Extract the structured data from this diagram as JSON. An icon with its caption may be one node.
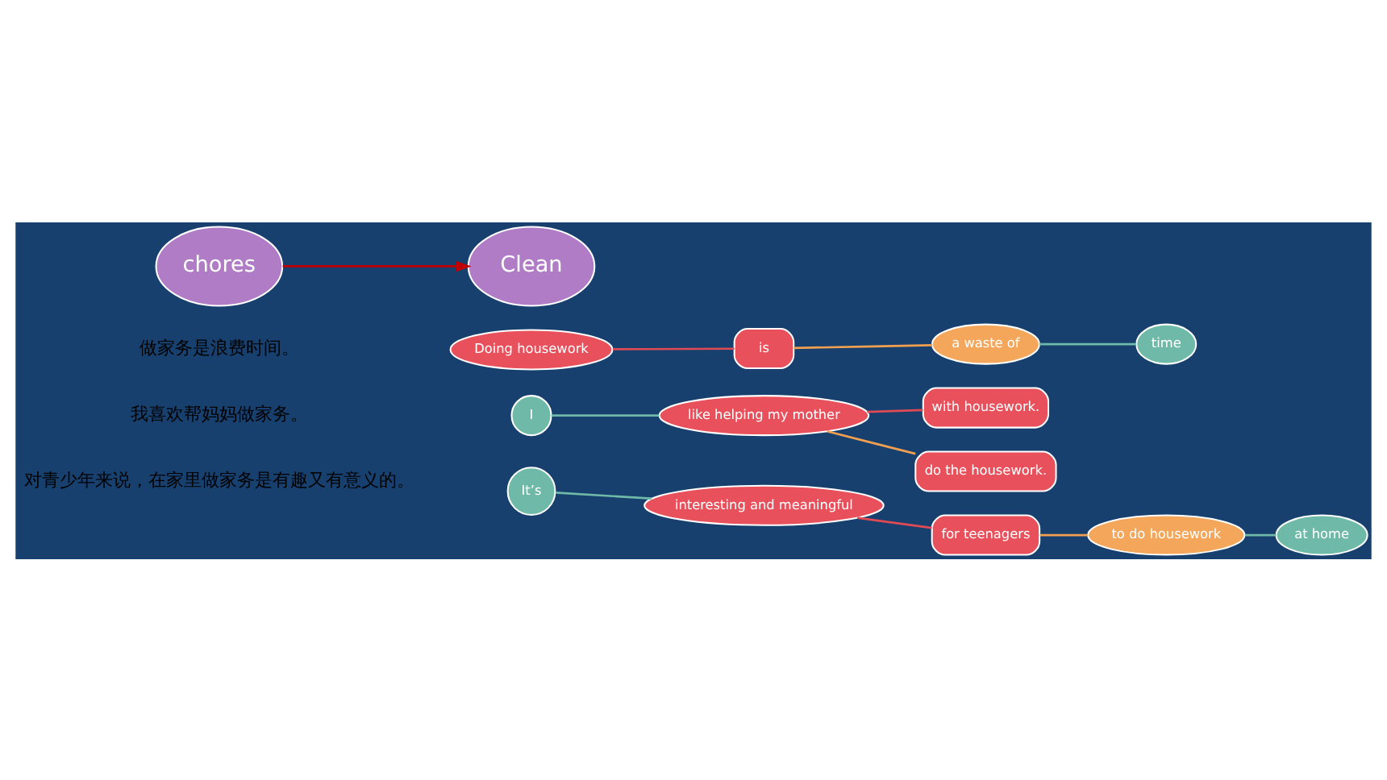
{
  "diagram": {
    "nodes": [
      {
        "text": [
          "Doing housework"
        ]
      },
      {
        "text": [
          "is"
        ]
      },
      {
        "text": [
          "a waste of"
        ]
      },
      {
        "text": [
          "time"
        ]
      },
      {
        "text": [
          "chores"
        ]
      },
      {
        "text": [
          "Clean"
        ]
      },
      {
        "text": [
          "I"
        ]
      },
      {
        "text": [
          "like helping my mother"
        ]
      },
      {
        "text": [
          "with housework."
        ]
      },
      {
        "text": [
          "do the housework."
        ]
      },
      {
        "text": [
          "It’s"
        ]
      },
      {
        "text": [
          "interesting and meaningful"
        ]
      },
      {
        "text": [
          "for teenagers"
        ]
      },
      {
        "text": [
          "to do housework"
        ]
      },
      {
        "text": [
          "at home"
        ]
      }
    ],
    "edges": [
      {
        "from": 0,
        "to": 1,
        "arrow": "none",
        "color": "#e04a55"
      },
      {
        "from": 1,
        "to": 2,
        "arrow": "none",
        "color": "#f0a050"
      },
      {
        "from": 2,
        "to": 3,
        "arrow": "none",
        "color": "#6fb9a8"
      },
      {
        "from": 4,
        "to": 5,
        "arrow": "to",
        "color": "#c00000"
      },
      {
        "from": 6,
        "to": 7,
        "arrow": "none",
        "color": "#6fb9a8"
      },
      {
        "from": 7,
        "to": 8,
        "arrow": "none",
        "color": "#e04a55"
      },
      {
        "from": 7,
        "to": 9,
        "arrow": "none",
        "color": "#f0a050"
      },
      {
        "from": 10,
        "to": 11,
        "arrow": "none",
        "color": "#6fb9a8"
      },
      {
        "from": 11,
        "to": 12,
        "arrow": "none",
        "color": "#e04a55"
      },
      {
        "from": 12,
        "to": 13,
        "arrow": "none",
        "color": "#f0a050"
      },
      {
        "from": 13,
        "to": 14,
        "arrow": "none",
        "color": "#6fb9a8"
      }
    ],
    "labels": [
      "做家务是浪费时间。",
      "我喜欢帮妈妈做家务。",
      "对青少年来说，在家里做家务是有趣又有意义的。"
    ]
  }
}
